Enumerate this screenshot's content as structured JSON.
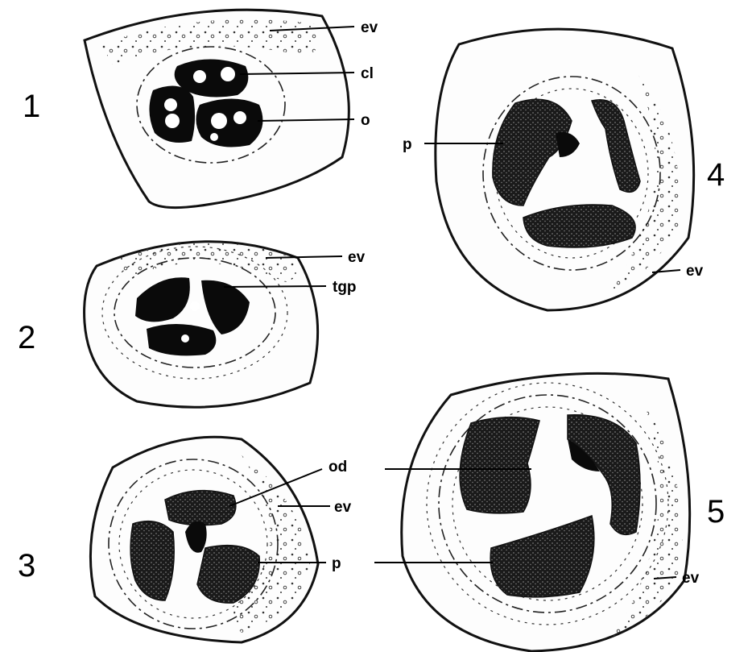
{
  "figures": [
    {
      "number": "1",
      "labels": [
        "ev",
        "cl",
        "o"
      ]
    },
    {
      "number": "2",
      "labels": [
        "ev",
        "tgp"
      ]
    },
    {
      "number": "3",
      "labels": [
        "od",
        "ev",
        "p"
      ]
    },
    {
      "number": "4",
      "labels": [
        "p",
        "ev"
      ]
    },
    {
      "number": "5",
      "labels": [
        "ev"
      ]
    }
  ],
  "colors": {
    "ink": "#000000",
    "paper": "#ffffff"
  }
}
